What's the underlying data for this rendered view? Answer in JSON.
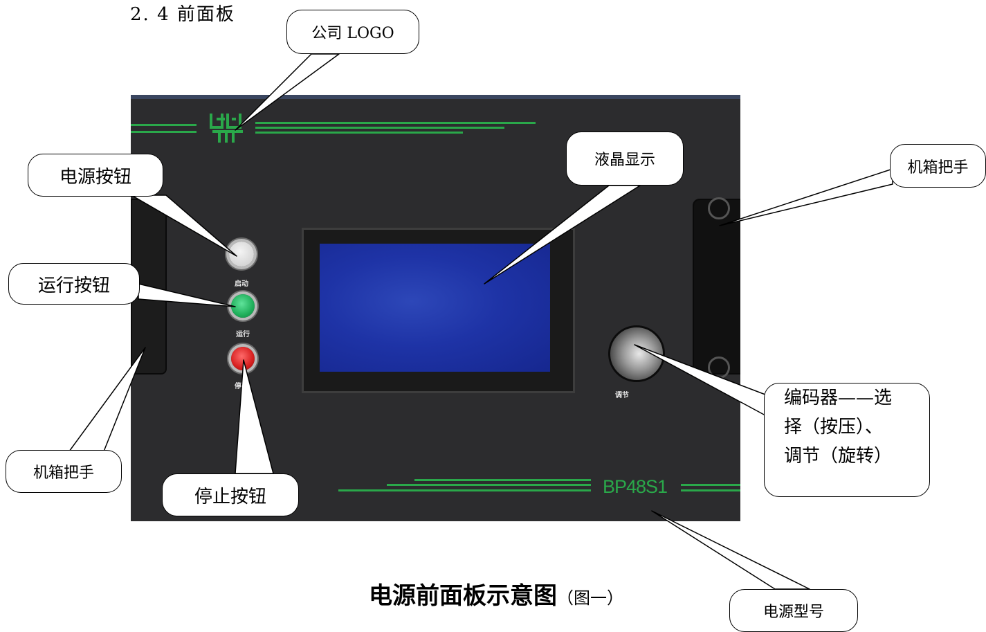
{
  "section_title": "2. 4 前面板",
  "panel": {
    "button_labels": {
      "start": "启动",
      "run": "运行",
      "stop": "停止"
    },
    "knob_label": "调节",
    "model_text": "BP48S1",
    "colors": {
      "panel": "#2c2c2e",
      "stripe": "#2aa84a",
      "lcd": "#1e33a6",
      "run_button": "#1fae5a",
      "stop_button": "#d61f1f"
    }
  },
  "callouts": {
    "logo": "公司 LOGO",
    "power_button": "电源按钮",
    "run_button": "运行按钮",
    "lcd": "液晶显示",
    "handle_right": "机箱把手",
    "handle_left": "机箱把手",
    "stop_button": "停止按钮",
    "encoder_line1": "编码器——选",
    "encoder_line2": "择（按压）、",
    "encoder_line3": "调节（旋转）",
    "model": "电源型号"
  },
  "caption": {
    "main": "电源前面板示意图",
    "sub": "（图一）"
  }
}
